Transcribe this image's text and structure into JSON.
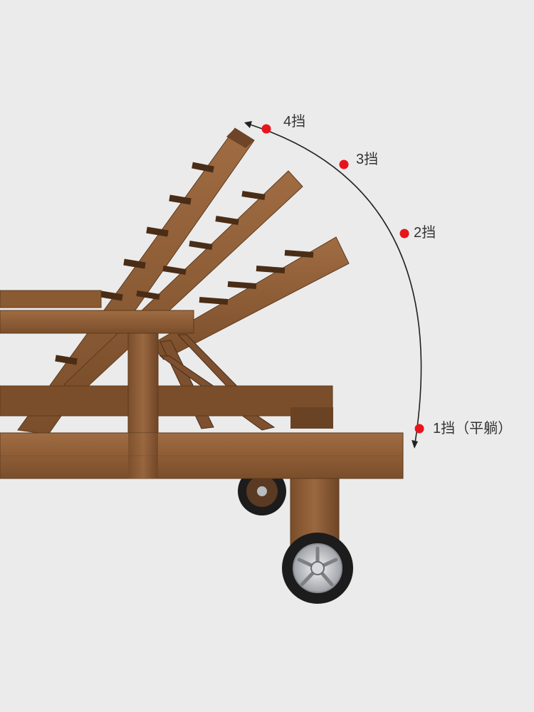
{
  "positions": [
    {
      "id": "gear-4",
      "label": "4挡"
    },
    {
      "id": "gear-3",
      "label": "3挡"
    },
    {
      "id": "gear-2",
      "label": "2挡"
    },
    {
      "id": "gear-1",
      "label": "1挡（平躺）"
    }
  ],
  "colors": {
    "background": "#ebebeb",
    "marker": "#e8141b",
    "arc": "#222222",
    "wood": "#8a5a33",
    "wood_dark": "#5e3a1d",
    "wood_light": "#a8764a",
    "tire": "#1c1c1c",
    "hub": "#c9ccd0"
  }
}
